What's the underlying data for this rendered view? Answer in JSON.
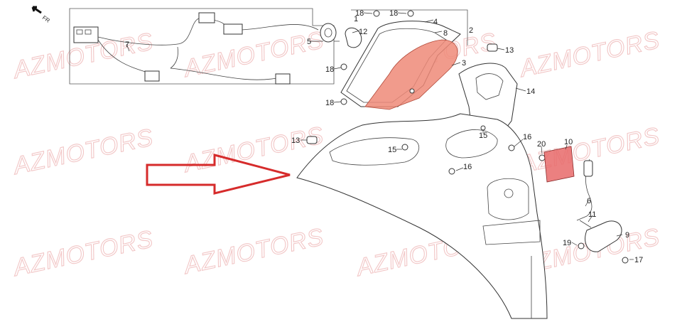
{
  "watermark": "AZMOTORS",
  "orientation_label": "FR",
  "colors": {
    "highlight_lens": "#ef8a78",
    "arrow": "#d62b2b",
    "reflector": "#e86a6a",
    "watermark": "#f2c7c7"
  },
  "callouts": {
    "c1": "1",
    "c2": "2",
    "c3": "3",
    "c4": "4",
    "c5": "5",
    "c6": "6",
    "c7": "7",
    "c8": "8",
    "c9": "9",
    "c10": "10",
    "c11": "11",
    "c12": "12",
    "c13a": "13",
    "c13b": "13",
    "c14": "14",
    "c15a": "15",
    "c15b": "15",
    "c16a": "16",
    "c16b": "16",
    "c17": "17",
    "c18a": "18",
    "c18b": "18",
    "c18c": "18",
    "c18d": "18",
    "c19": "19",
    "c20": "20"
  }
}
